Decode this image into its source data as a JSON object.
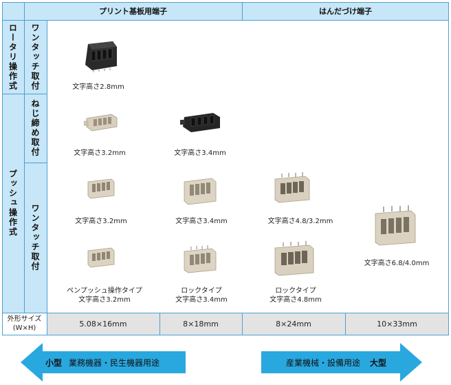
{
  "header": {
    "pcb": "プリント基板用端子",
    "solder": "はんだづけ端子"
  },
  "rows": {
    "rotary": "ロータリ操作式",
    "rotary_sub": "ワンタッチ取付",
    "push": "プッシュ操作式",
    "push_screw": "ねじ締め取付",
    "push_onetouch": "ワンタッチ取付"
  },
  "cells": {
    "r1c1": "文字高さ2.8mm",
    "r2c1": "文字高さ3.2mm",
    "r2c2": "文字高さ3.4mm",
    "r3c1": "文字高さ3.2mm",
    "r3c2": "文字高さ3.4mm",
    "r3c3": "文字高さ4.8/3.2mm",
    "r34c4": "文字高さ6.8/4.0mm",
    "r4c1_a": "ペンプッシュ操作タイプ",
    "r4c1_b": "文字高さ3.2mm",
    "r4c2_a": "ロックタイプ",
    "r4c2_b": "文字高さ3.4mm",
    "r4c3_a": "ロックタイプ",
    "r4c3_b": "文字高さ4.8mm"
  },
  "footer": {
    "label_a": "外形サイズ",
    "label_b": "(W×H)",
    "sizes": [
      "5.08×16mm",
      "8×18mm",
      "8×24mm",
      "10×33mm"
    ]
  },
  "arrows": {
    "left_bold": "小型",
    "left_text": "業務機器・民生機器用途",
    "right_text": "産業機械・設備用途",
    "right_bold": "大型"
  },
  "colors": {
    "header_bg": "#c7e6f7",
    "grid_line": "#4c9fd2",
    "arrow": "#29a8e0",
    "footer_bg": "#e3e3e3",
    "component_body": "#d8cfbe",
    "component_black": "#222222"
  }
}
